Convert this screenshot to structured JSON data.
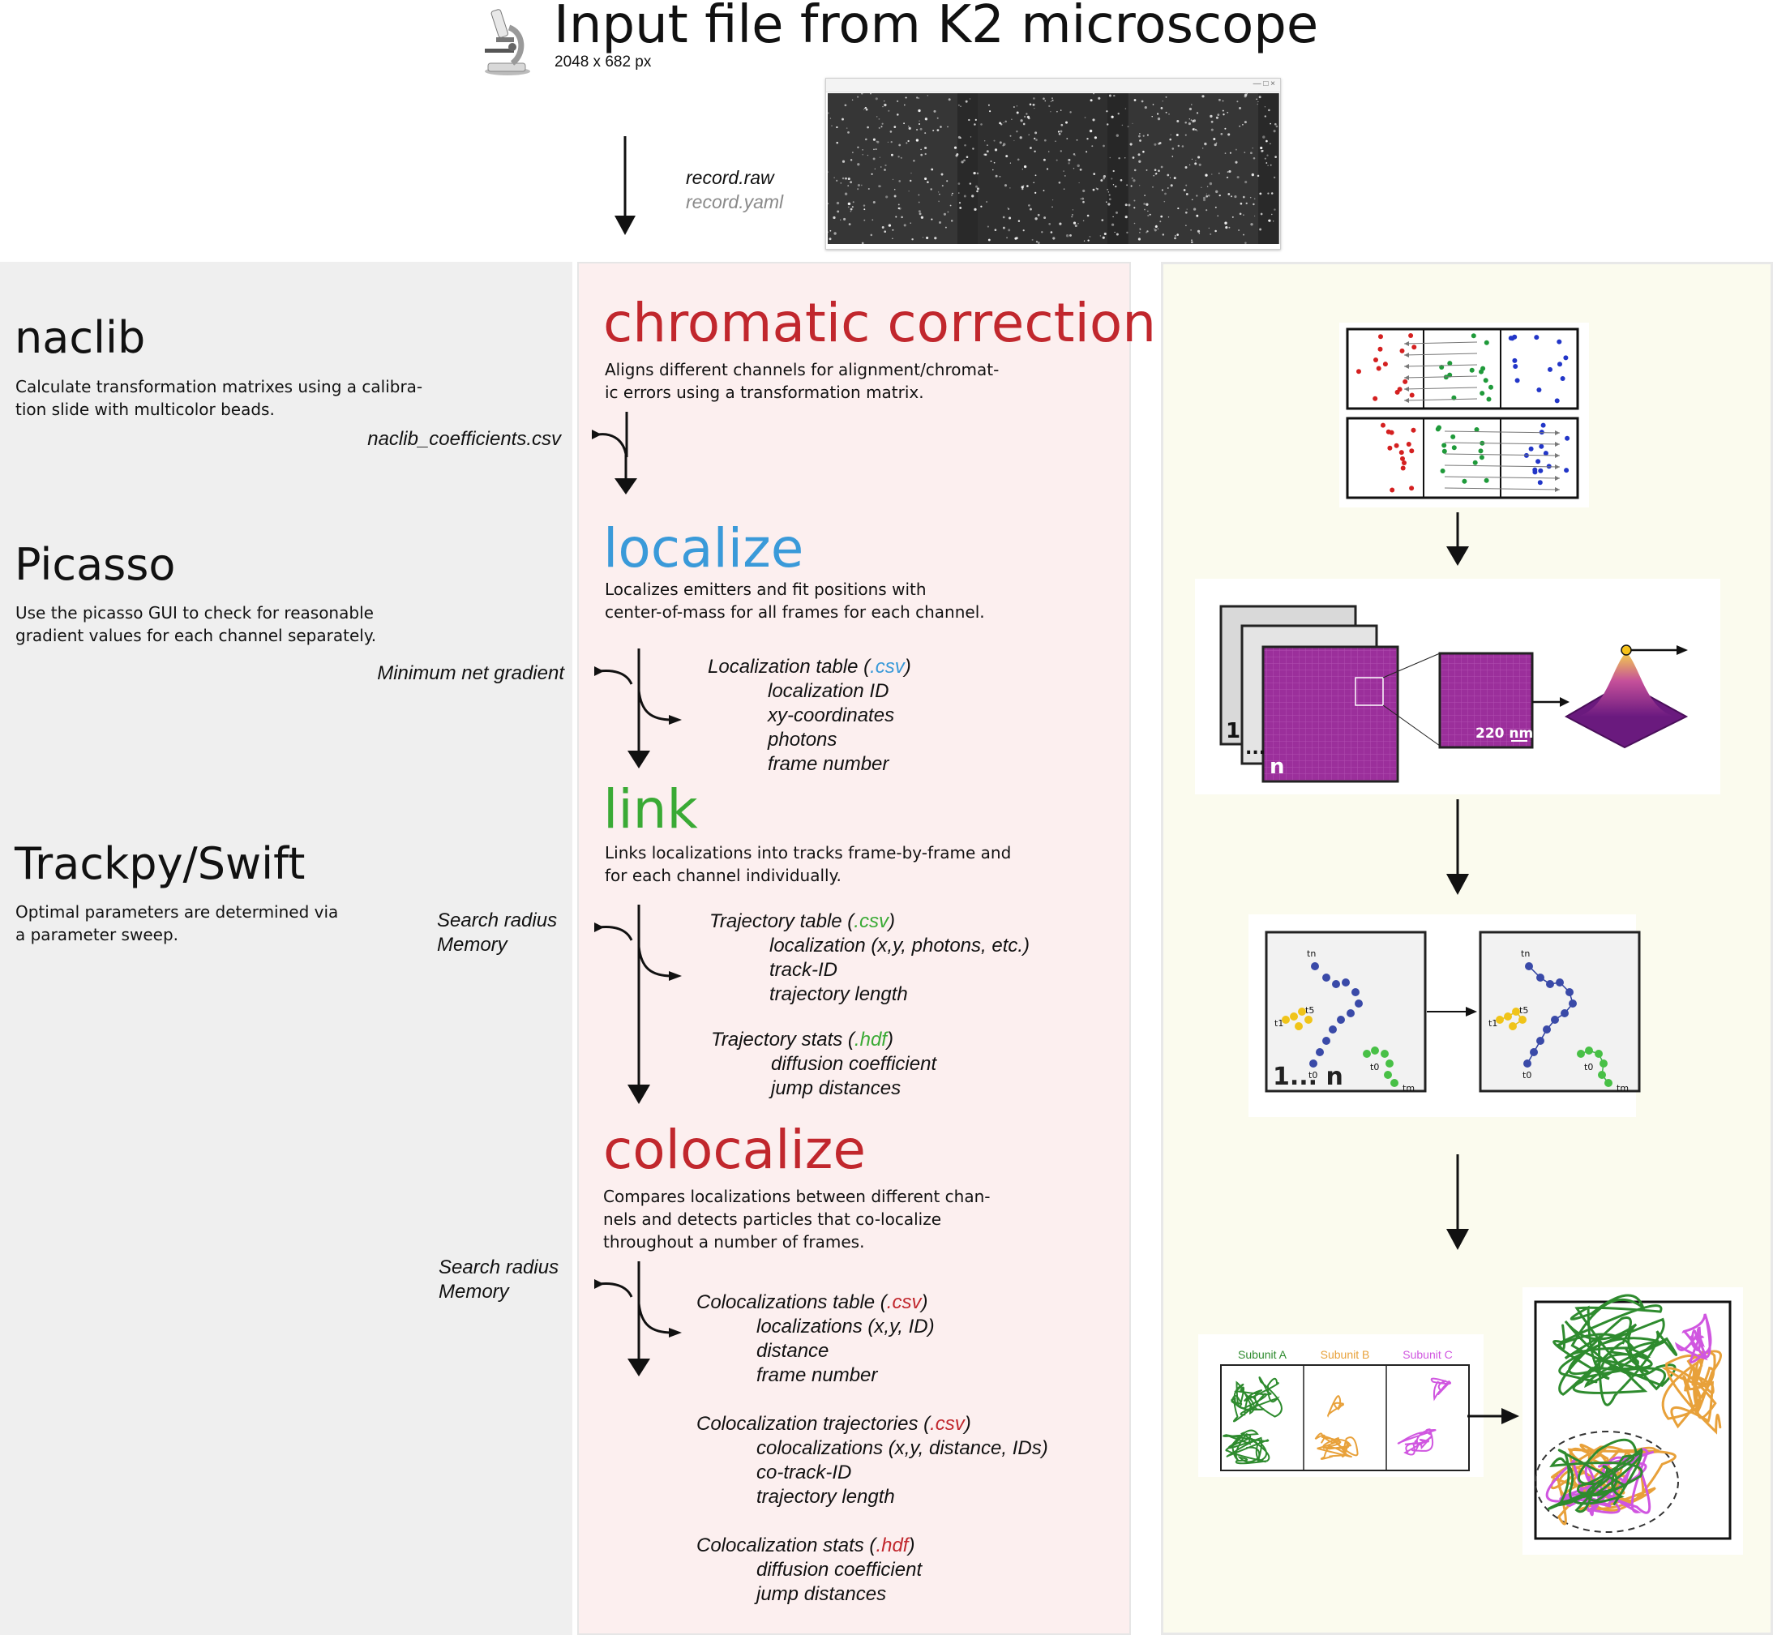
{
  "header": {
    "title": "Input file from K2 microscope",
    "size": "2048 x 682 px",
    "file_raw": "record.raw",
    "file_yaml": "record.yaml"
  },
  "tools": [
    {
      "name": "naclib",
      "desc": [
        "Calculate transformation matrixes using a calibra-",
        "tion slide with multicolor beads."
      ],
      "params": [
        "naclib_coefficients.csv"
      ]
    },
    {
      "name": "Picasso",
      "desc": [
        "Use the picasso GUI to check for reasonable",
        "gradient values for each channel separately."
      ],
      "params": [
        "Minimum net gradient"
      ]
    },
    {
      "name": "Trackpy/Swift",
      "desc": [
        "Optimal parameters are determined via",
        "a parameter sweep."
      ],
      "params": [
        "Search radius",
        "Memory"
      ]
    },
    {
      "name": "",
      "desc": [],
      "params": [
        "Search radius",
        "Memory"
      ]
    }
  ],
  "steps": {
    "chromatic": {
      "title": "chromatic correction",
      "desc": [
        "Aligns different channels for alignment/chromat-",
        "ic errors using a transformation matrix."
      ]
    },
    "localize": {
      "title": "localize",
      "desc": [
        "Localizes emitters and fit positions with",
        "center-of-mass for all frames for each channel."
      ],
      "output_title": "Localization table (",
      "output_ext": ".csv",
      "output_close": ")",
      "output_items": [
        "localization ID",
        "xy-coordinates",
        "photons",
        "frame number"
      ]
    },
    "link": {
      "title": "link",
      "desc": [
        "Links localizations into tracks frame-by-frame and",
        "for each channel individually."
      ],
      "outputs": [
        {
          "title": "Trajectory table (",
          "ext": ".csv",
          "close": ")",
          "items": [
            "localization (x,y, photons, etc.)",
            "track-ID",
            "trajectory length"
          ]
        },
        {
          "title": "Trajectory stats (",
          "ext": ".hdf",
          "close": ")",
          "items": [
            "diffusion coefficient",
            "jump distances"
          ]
        }
      ]
    },
    "colocalize": {
      "title": "colocalize",
      "desc": [
        "Compares localizations between different chan-",
        "nels and detects particles that co-localize",
        "throughout a number of frames."
      ],
      "outputs": [
        {
          "title": "Colocalizations table (",
          "ext": ".csv",
          "close": ")",
          "items": [
            "localizations (x,y, ID)",
            "distance",
            "frame number"
          ]
        },
        {
          "title": "Colocalization trajectories (",
          "ext": ".csv",
          "close": ")",
          "items": [
            "colocalizations (x,y, distance, IDs)",
            "co-track-ID",
            "trajectory length"
          ]
        },
        {
          "title": "Colocalization stats (",
          "ext": ".hdf",
          "close": ")",
          "items": [
            "diffusion coefficient",
            "jump distances"
          ]
        }
      ]
    }
  },
  "illustrations": {
    "psf": {
      "scale_label": "220 nm",
      "stack_first": "1",
      "stack_dots": "...",
      "stack_last": "n"
    },
    "tracks": {
      "stack_label": "1... n",
      "labels": [
        "t1",
        "t5",
        "t0",
        "tn",
        "t0",
        "tm"
      ]
    },
    "subunits": [
      "Subunit A",
      "Subunit B",
      "Subunit C"
    ]
  },
  "colors": {
    "red_title": "#c1272d",
    "blue_title": "#3a9ad9",
    "green_title": "#3aaa35",
    "subunit_a": "#2e8b2e",
    "subunit_b": "#e8a13a",
    "subunit_c": "#d056e0"
  }
}
